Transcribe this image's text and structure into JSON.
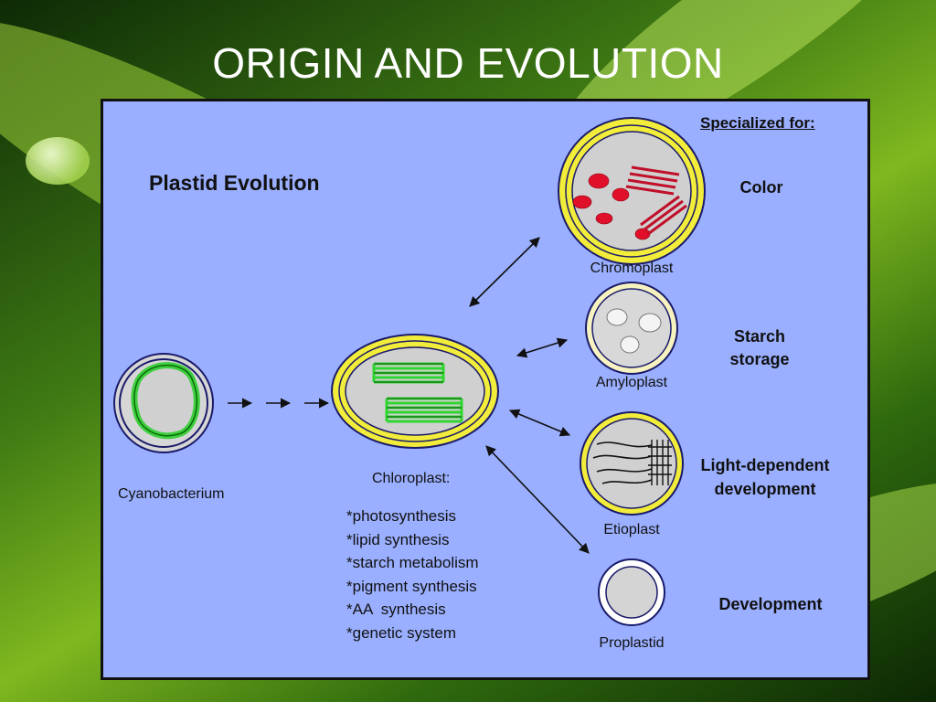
{
  "slide": {
    "title": "ORIGIN AND EVOLUTION"
  },
  "diagram": {
    "heading": "Plastid Evolution",
    "specialized_header": "Specialized for:",
    "cyanobacterium_label": "Cyanobacterium",
    "chloroplast_label": "Chloroplast:",
    "chloroplast_functions": [
      "*photosynthesis",
      "*lipid synthesis",
      "*starch metabolism",
      "*pigment synthesis",
      "*AA  synthesis",
      "*genetic system"
    ],
    "plastids": [
      {
        "name": "Chromoplast",
        "specialization": "Color"
      },
      {
        "name": "Amyloplast",
        "specialization": "Starch storage"
      },
      {
        "name": "Etioplast",
        "specialization": "Light-dependent development"
      },
      {
        "name": "Proplastid",
        "specialization": "Development"
      }
    ]
  },
  "colors": {
    "panel_background": "#9aafff",
    "membrane_yellow": "#f2ec3a",
    "thylakoid_green": "#2fd62f",
    "pigment_red": "#e0102a",
    "stroma_grey": "#d0d0d0"
  }
}
